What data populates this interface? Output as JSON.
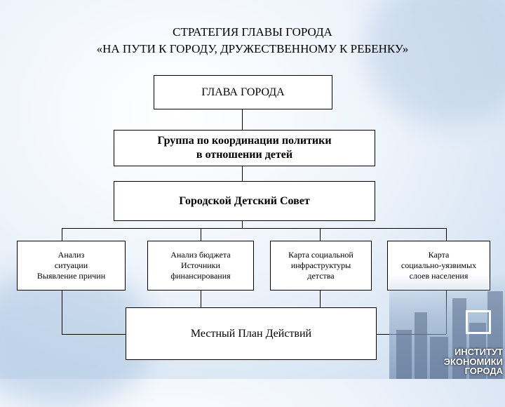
{
  "title": {
    "line1": "СТРАТЕГИЯ ГЛАВЫ ГОРОДА",
    "line2": "«НА ПУТИ К ГОРОДУ, ДРУЖЕСТВЕННОМУ К РЕБЕНКУ»"
  },
  "nodes": {
    "head": "ГЛАВА ГОРОДА",
    "coordination": [
      "Группа по координации политики",
      "в отношении детей"
    ],
    "council": "Городской Детский Совет",
    "analysis": [
      "Анализ",
      "ситуации",
      "Выявление причин"
    ],
    "budget": [
      "Анализ бюджета",
      "Источники",
      "финансирования"
    ],
    "social_map": [
      "Карта социальной",
      "инфраструктуры",
      "детства"
    ],
    "vulnerable_map": [
      "Карта",
      "социально-уязвимых",
      "слоев населения"
    ],
    "plan": "Местный План Действий"
  },
  "logo": {
    "line1": "ИНСТИТУТ",
    "line2": "ЭКОНОМИКИ",
    "line3": "ГОРОДА"
  },
  "colors": {
    "background": "#dbe7f4",
    "box_fill": "#ffffff",
    "line": "#000000"
  }
}
